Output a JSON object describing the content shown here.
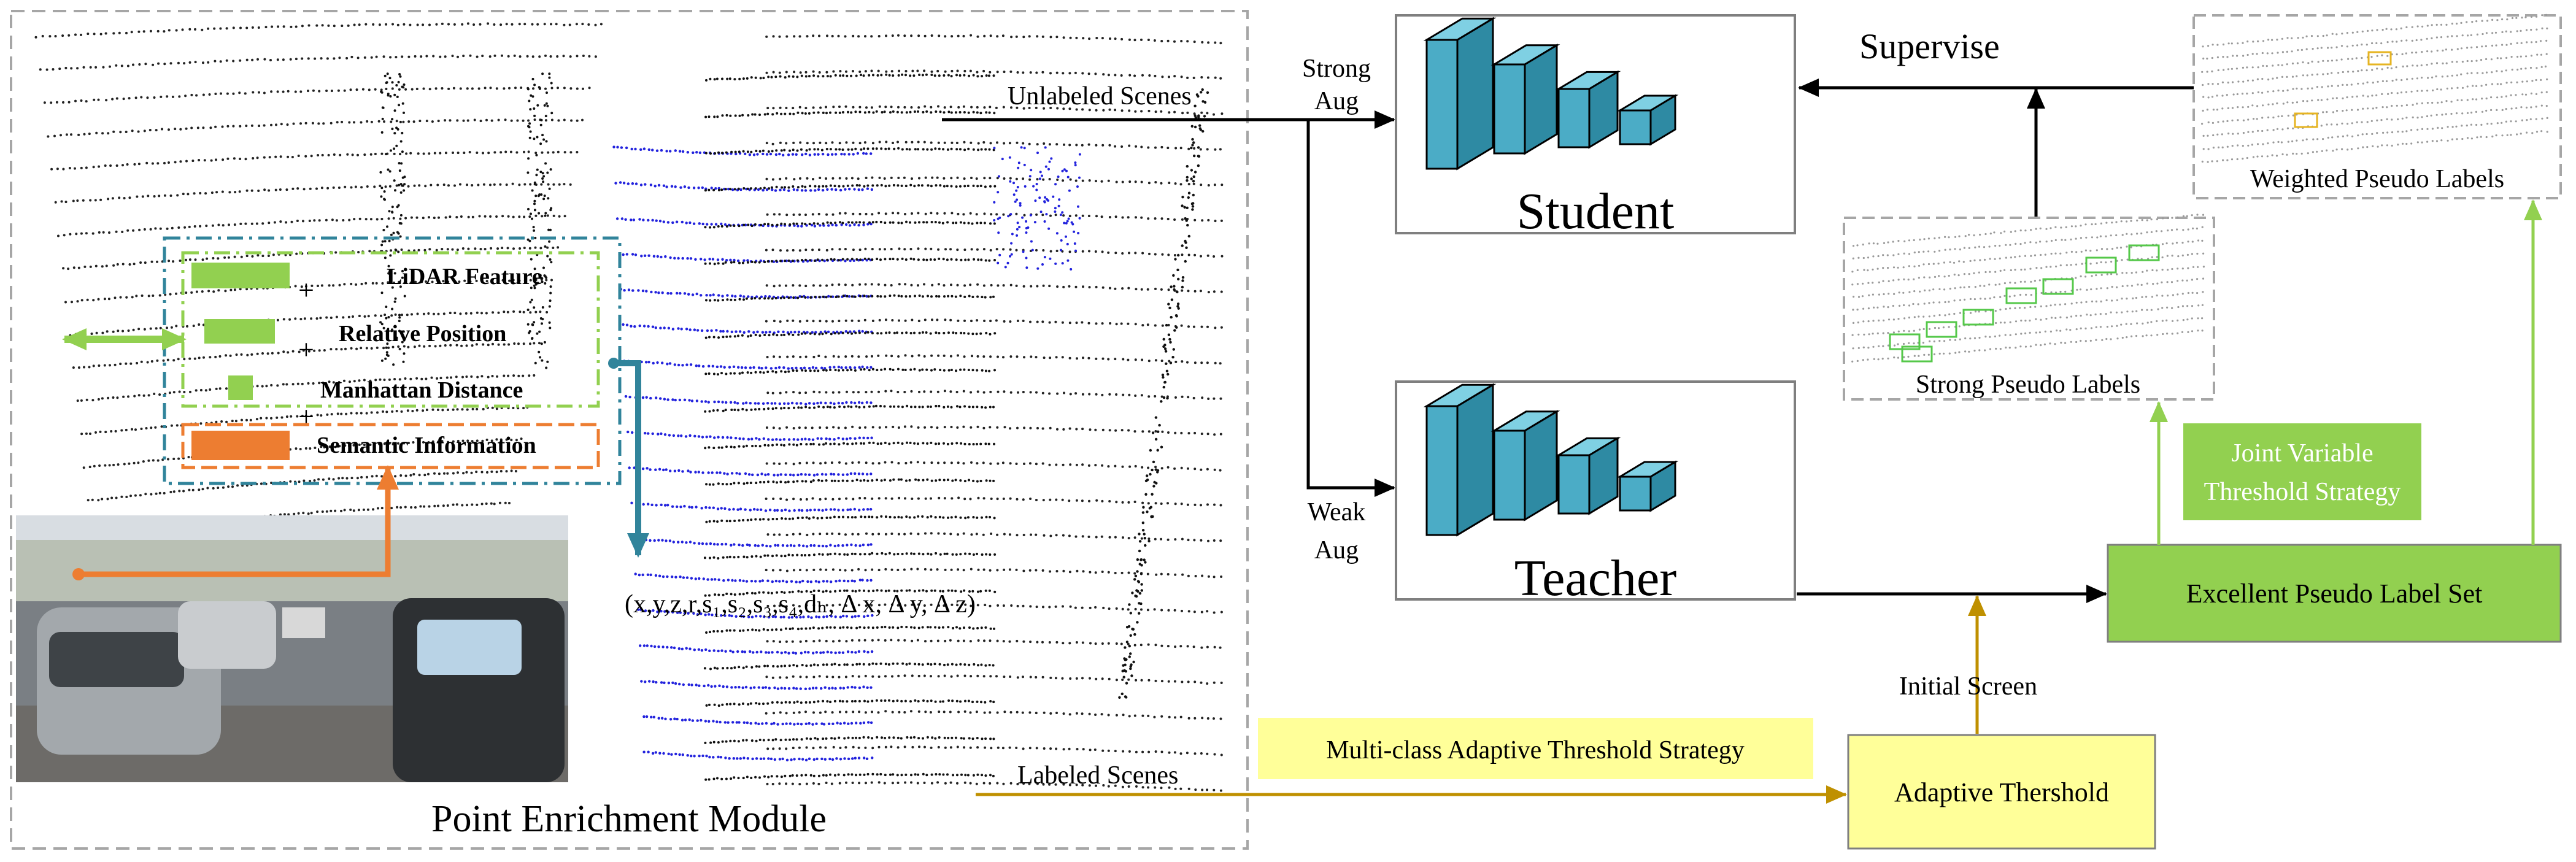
{
  "pem": {
    "title": "Point Enrichment Module",
    "features": {
      "lidar": "LiDAR Feature",
      "relative": "Relative Position",
      "manhattan": "Manhattan Distance",
      "semantic": "Semantic Information"
    },
    "formula": "(x,y,z,r,s₁,s₂,s₃,s₄,dₕ, Δ x, Δ y, Δ z)",
    "colors": {
      "lidar": "#92d050",
      "semantic": "#ed7d31",
      "frame": "#31849b"
    }
  },
  "flow": {
    "unlabeled": "Unlabeled Scenes",
    "labeled": "Labeled Scenes",
    "strong_aug": [
      "Strong",
      "Aug"
    ],
    "weak_aug": [
      "Weak",
      "Aug"
    ],
    "supervise": "Supervise",
    "initial_screen": "Initial Screen"
  },
  "student": {
    "label": "Student"
  },
  "teacher": {
    "label": "Teacher"
  },
  "pseudo": {
    "weighted": "Weighted Pseudo Labels",
    "strong": "Strong Pseudo Labels",
    "excellent": "Excellent Pseudo Label Set",
    "joint_strategy": [
      "Joint Variable",
      "Threshold Strategy"
    ]
  },
  "threshold": {
    "adaptive": "Adaptive Thershold",
    "multi_class": "Multi-class Adaptive Threshold Strategy"
  },
  "colors": {
    "cube_face": "#4bacc6",
    "green_box": "#92d050",
    "yellow_box": "#ffff99",
    "gold_line": "#bf9000",
    "light_green_line": "#92d050"
  }
}
